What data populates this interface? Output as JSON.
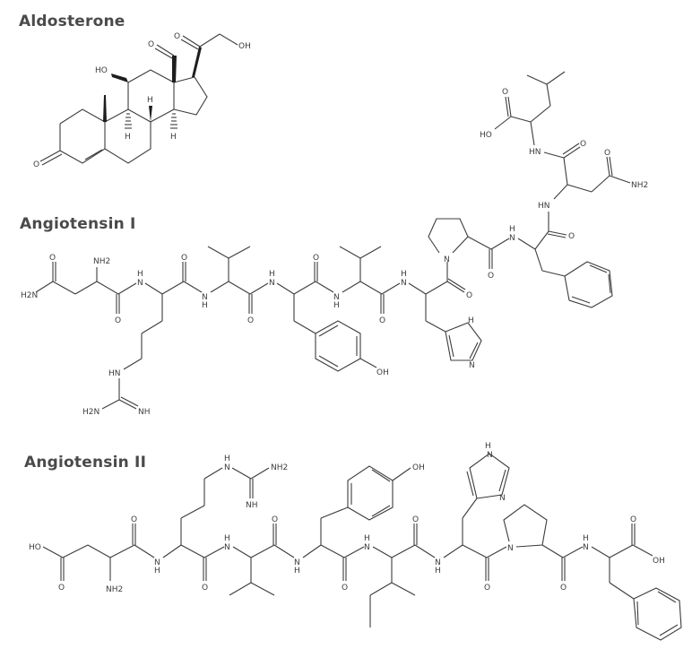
{
  "molecules": [
    {
      "name": "Aldosterone",
      "labels": {
        "ketone_o": "O",
        "aldehyde_o": "O",
        "side_o": "O",
        "side_oh": "OH",
        "c11_oh": "HO",
        "h8": "H",
        "h9": "H",
        "h14": "H"
      }
    },
    {
      "name": "Angiotensin I",
      "labels": {
        "asn_h2n": "H2N",
        "asn_o": "O",
        "asn_nh2": "NH2",
        "amide1_o": "O",
        "arg_nh": "H",
        "arg_n": "N",
        "arg_o": "O",
        "arg_hn": "HN",
        "arg_h2n": "H2N",
        "arg_nh_imine": "NH",
        "val1_n": "N",
        "val1_h": "H",
        "val1_o": "O",
        "tyr_n": "N",
        "tyr_h": "H",
        "tyr_o": "O",
        "tyr_oh": "OH",
        "ile_n": "N",
        "ile_h": "H",
        "ile_o": "O",
        "his_n": "N",
        "his_h": "H",
        "his_o": "O",
        "his_ring_nh": "H",
        "his_ring_n1": "N",
        "his_ring_n2": "N",
        "pro_n": "N",
        "pro_o": "O",
        "phe_n": "N",
        "phe_h": "H",
        "phe_o": "O",
        "his2_hn": "HN",
        "his2_o": "O",
        "asn2_o": "O",
        "asn2_nh2": "NH2",
        "leu_hn": "HN",
        "leu_o": "O",
        "leu_ho": "HO"
      }
    },
    {
      "name": "Angiotensin II",
      "labels": {
        "asp_ho": "HO",
        "asp_o": "O",
        "asp_nh2": "NH2",
        "asp_amide_o": "O",
        "arg_n": "N",
        "arg_h": "H",
        "arg_o": "O",
        "arg_side_nh": "H",
        "arg_side_n": "N",
        "arg_nh2": "NH2",
        "arg_imine": "NH",
        "val_n": "N",
        "val_h": "H",
        "val_o": "O",
        "tyr_n": "N",
        "tyr_h": "H",
        "tyr_o": "O",
        "tyr_oh": "OH",
        "ile_n": "N",
        "ile_h": "H",
        "ile_o": "O",
        "his_n": "N",
        "his_h": "H",
        "his_ring_h": "H",
        "his_ring_n1": "N",
        "his_ring_n2": "N",
        "his_o": "O",
        "pro_n": "N",
        "pro_o": "O",
        "phe_n": "N",
        "phe_h": "H",
        "phe_o": "O",
        "phe_oh": "OH"
      }
    }
  ]
}
